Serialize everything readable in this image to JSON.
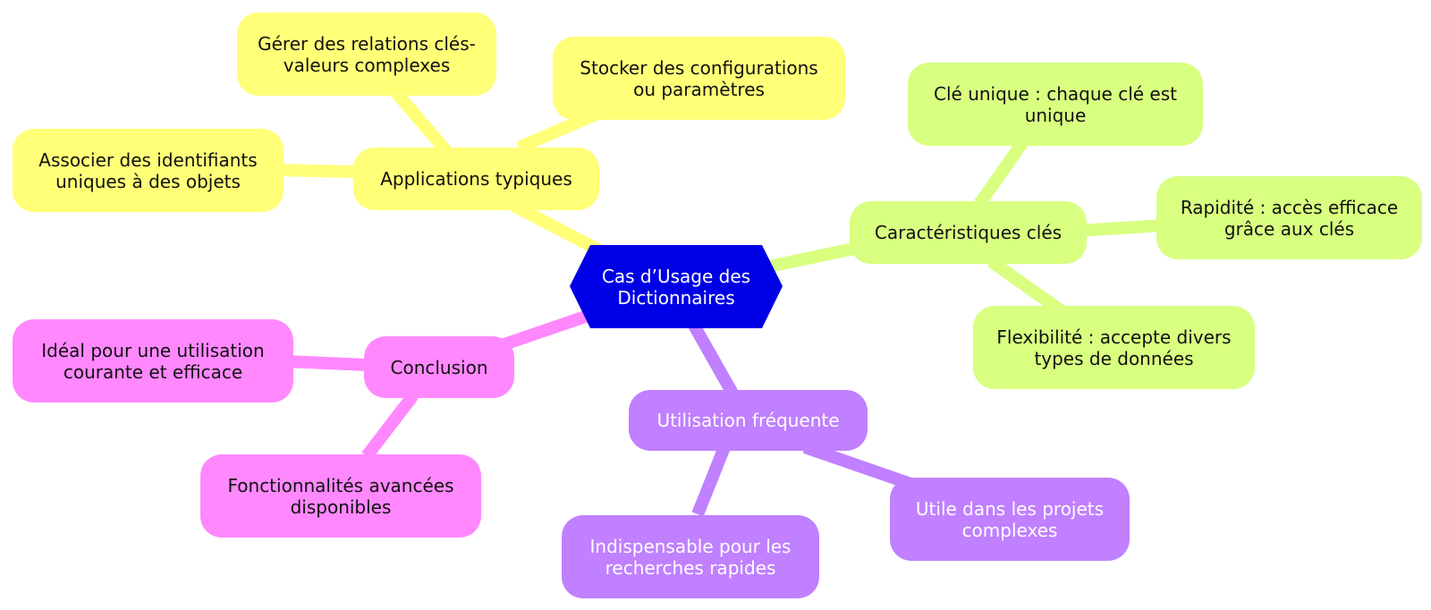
{
  "root": {
    "label": "Cas d’Usage des Dictionnaires",
    "color": "#0000e6",
    "text_color": "#ffffff"
  },
  "branches": {
    "applications": {
      "label": "Applications typiques",
      "color": "#ffff78",
      "children": [
        "Gérer des relations clés-valeurs complexes",
        "Stocker des configurations ou paramètres",
        "Associer des identifiants uniques à des objets"
      ]
    },
    "caracteristiques": {
      "label": "Caractéristiques clés",
      "color": "#d8ff80",
      "children": [
        "Clé unique : chaque clé est unique",
        "Rapidité : accès efficace grâce aux clés",
        "Flexibilité : accepte divers types de données"
      ]
    },
    "utilisation": {
      "label": "Utilisation fréquente",
      "color": "#c080ff",
      "children": [
        "Utile dans les projets complexes",
        "Indispensable pour les recherches rapides"
      ]
    },
    "conclusion": {
      "label": "Conclusion",
      "color": "#ff88ff",
      "children": [
        "Idéal pour une utilisation courante et efficace",
        "Fonctionnalités avancées disponibles"
      ]
    }
  }
}
